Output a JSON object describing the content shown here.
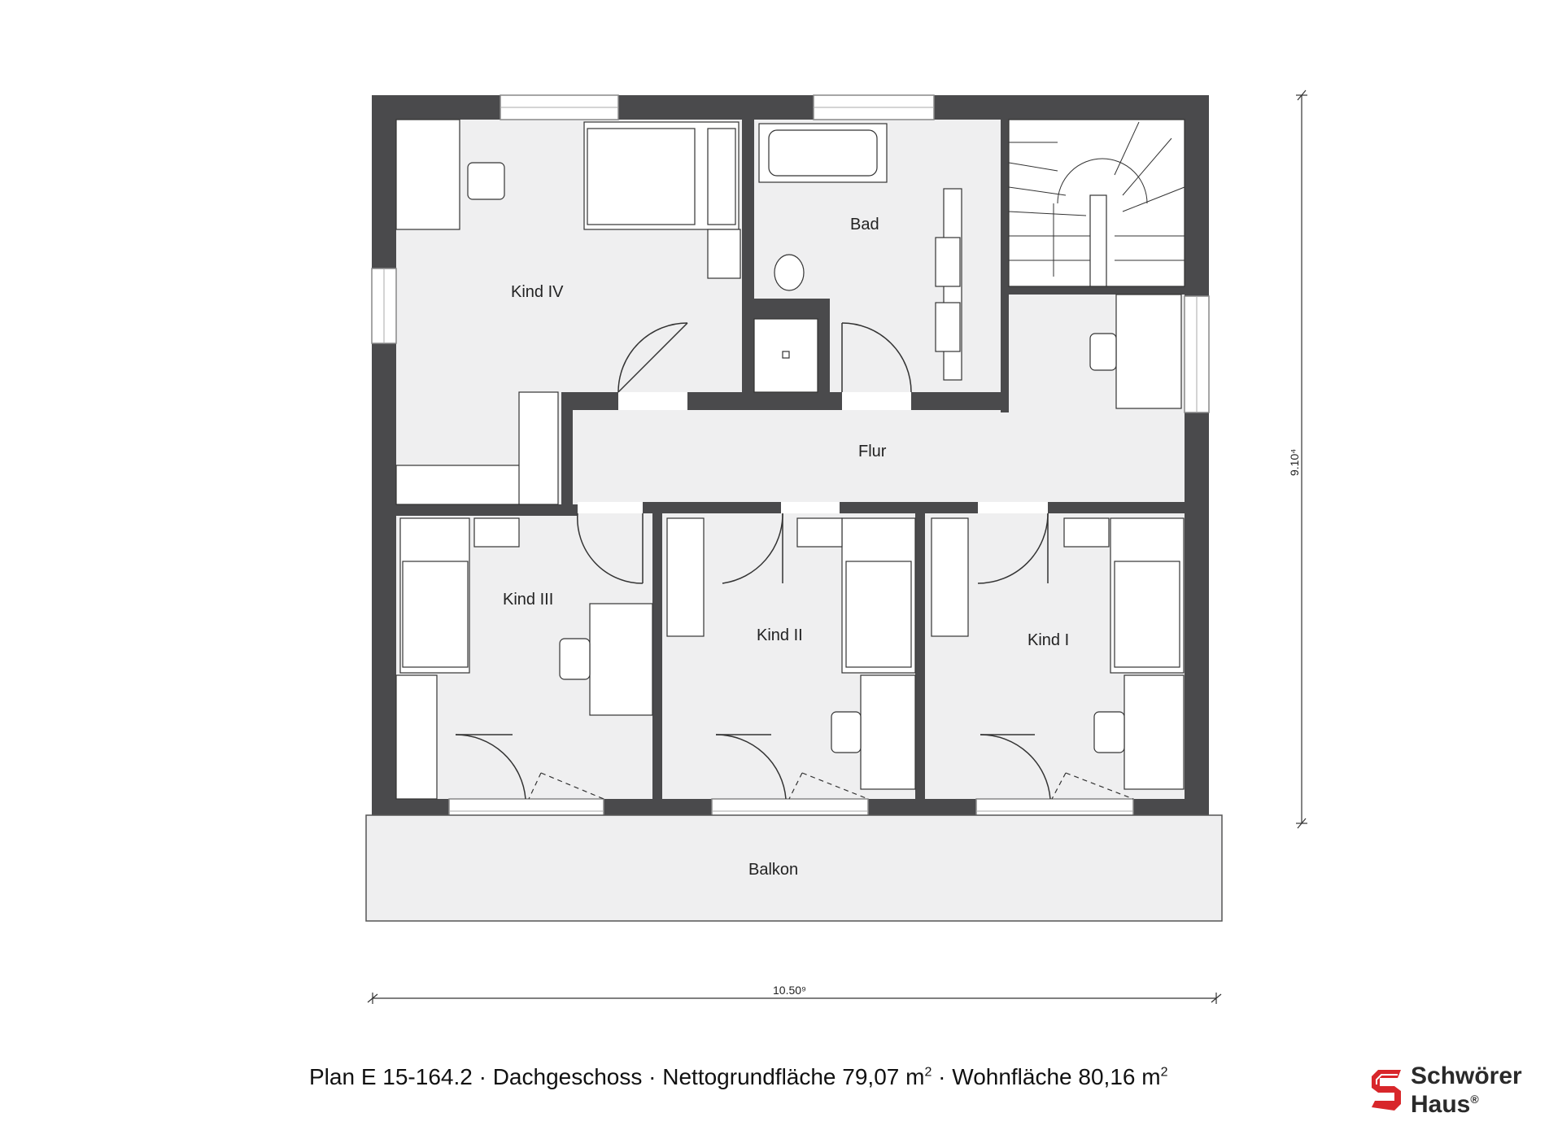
{
  "rooms": {
    "kind4": "Kind IV",
    "bad": "Bad",
    "flur": "Flur",
    "kind3": "Kind III",
    "kind2": "Kind II",
    "kind1": "Kind I",
    "balkon": "Balkon"
  },
  "dimensions": {
    "width": "10.50⁹",
    "height": "9.10⁴"
  },
  "caption": {
    "plan": "Plan E 15-164.2",
    "floor": "Dachgeschoss",
    "net_area": "Nettogrundfläche 79,07 m",
    "living_area": "Wohnfläche 80,16 m",
    "sep": " · ",
    "sup": "2"
  },
  "logo": {
    "line1": "Schwörer",
    "line2": "Haus",
    "reg": "®"
  },
  "colors": {
    "wall": "#4a4a4c",
    "floor": "#efeff0",
    "logo_red": "#d8262a"
  }
}
